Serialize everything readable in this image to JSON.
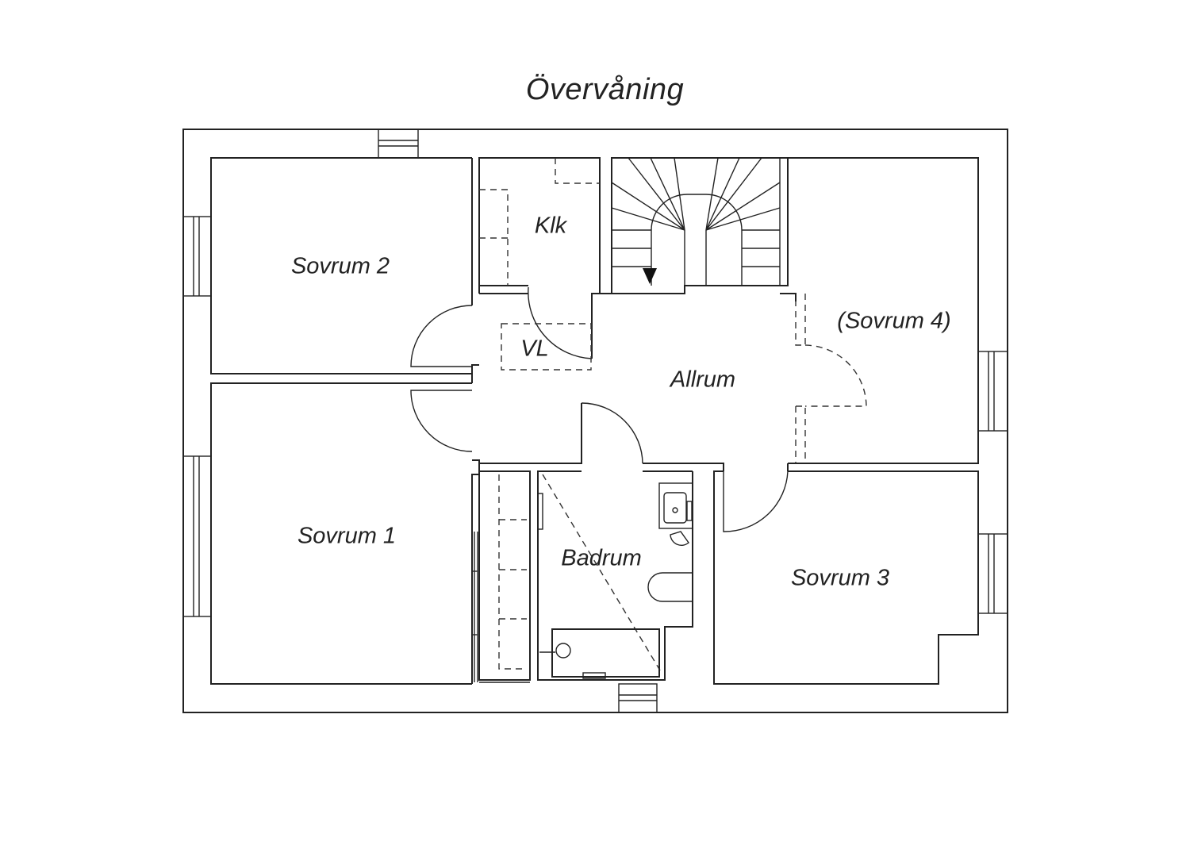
{
  "plan": {
    "title": "Övervåning",
    "rooms": {
      "sovrum2": "Sovrum 2",
      "klk": "Klk",
      "vl": "VL",
      "sovrum4": "(Sovrum 4)",
      "allrum": "Allrum",
      "sovrum1": "Sovrum 1",
      "badrum": "Badrum",
      "sovrum3": "Sovrum 3"
    }
  }
}
